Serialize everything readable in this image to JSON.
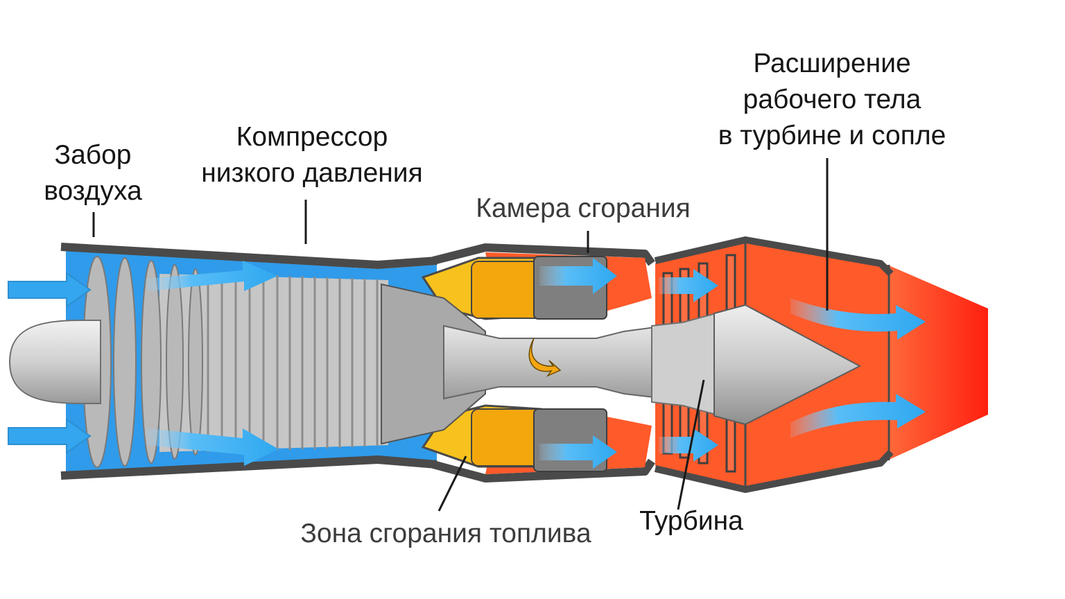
{
  "labels": {
    "air_intake": [
      "Забор",
      "воздуха"
    ],
    "lp_compressor": [
      "Компрессор",
      "низкого давления"
    ],
    "combustion_chamber": "Камера сгорания",
    "expansion": [
      "Расширение",
      "рабочего тела",
      "в турбине и сопле"
    ],
    "fuel_zone": "Зона сгорания топлива",
    "turbine": "Турбина"
  },
  "colors": {
    "air_flow": "#2f9bea",
    "casing": "#4a4a4a",
    "metal": "#c8c8c8",
    "combustor_liner": "#f7c21d",
    "combustor_inner": "#f3a70d",
    "hot_gas": "#ff5a2a",
    "exhaust_glow": "#ff2a18",
    "arrow": "#3aaef2"
  },
  "icons": [
    "flow-arrow-icon",
    "rotation-arrow-icon"
  ]
}
